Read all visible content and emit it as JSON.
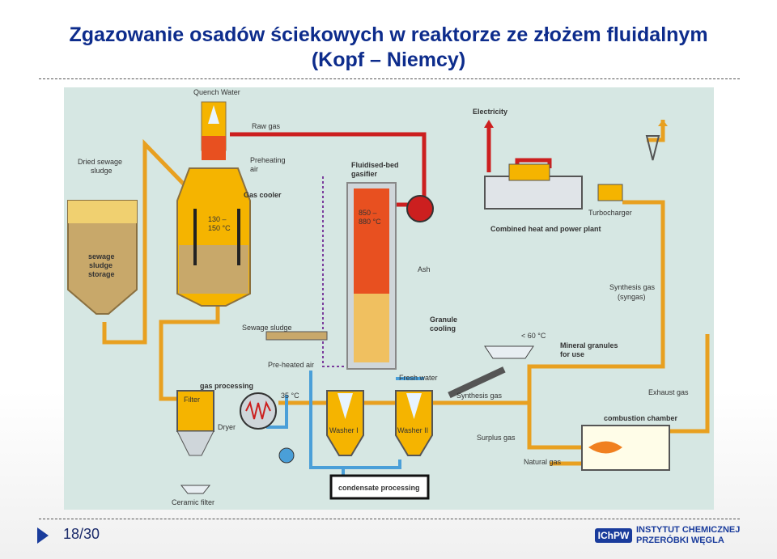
{
  "title": {
    "line1": "Zgazowanie osadów ściekowych w reaktorze ze złożem fluidalnym",
    "line2": "(Kopf – Niemcy)"
  },
  "diagram": {
    "labels": {
      "quench_water": "Quench Water",
      "raw_gas": "Raw gas",
      "preheating_air": "Preheating",
      "preheating_air_2": "air",
      "dried_sewage_sludge": "Dried sewage",
      "dried_sewage_sludge_2": "sludge",
      "gas_cooler": "Gas cooler",
      "gas_cooler_temp": "130 –",
      "gas_cooler_temp_2": "150 °C",
      "storage_1": "sewage",
      "storage_2": "sludge",
      "storage_3": "storage",
      "fluidised_bed": "Fluidised-bed",
      "gasifier": "gasifier",
      "gasifier_temp": "850 –",
      "gasifier_temp_2": "880 °C",
      "ash": "Ash",
      "electricity": "Electricity",
      "turbocharger": "Turbocharger",
      "chp": "Combined heat and power plant",
      "synthesis_gas_syngas": "Synthesis gas",
      "syngas": "(syngas)",
      "sewage_sludge": "Sewage sludge",
      "granule_cooling": "Granule",
      "granule_cooling_2": "cooling",
      "temp_60": "< 60 °C",
      "mineral_granules": "Mineral granules",
      "mineral_granules_2": "for use",
      "preheated_air": "Pre-heated air",
      "fresh_water": "Fresh water",
      "gas_processing": "gas processing",
      "filter": "Filter",
      "temp_35": "35 °C",
      "dryer": "Dryer",
      "washer1": "Washer I",
      "washer2": "Washer II",
      "synthesis_gas": "Synthesis gas",
      "exhaust_gas": "Exhaust gas",
      "combustion_chamber": "combustion chamber",
      "surplus_gas": "Surplus gas",
      "natural_gas": "Natural gas",
      "condensate_processing": "condensate processing",
      "ceramic_filter": "Ceramic filter"
    },
    "colors": {
      "background": "#d6e7e3",
      "sludge_pipe": "#e8a020",
      "hot_gas": "#cc1f1f",
      "water": "#4a9fd8",
      "vessel": "#f5b400",
      "sludge_fill": "#c8a86a"
    }
  },
  "footer": {
    "slide_number": "18/30",
    "logo_line1": "INSTYTUT CHEMICZNEJ",
    "logo_line2": "PRZERÓBKI WĘGLA",
    "logo_mark": "IChPW"
  }
}
